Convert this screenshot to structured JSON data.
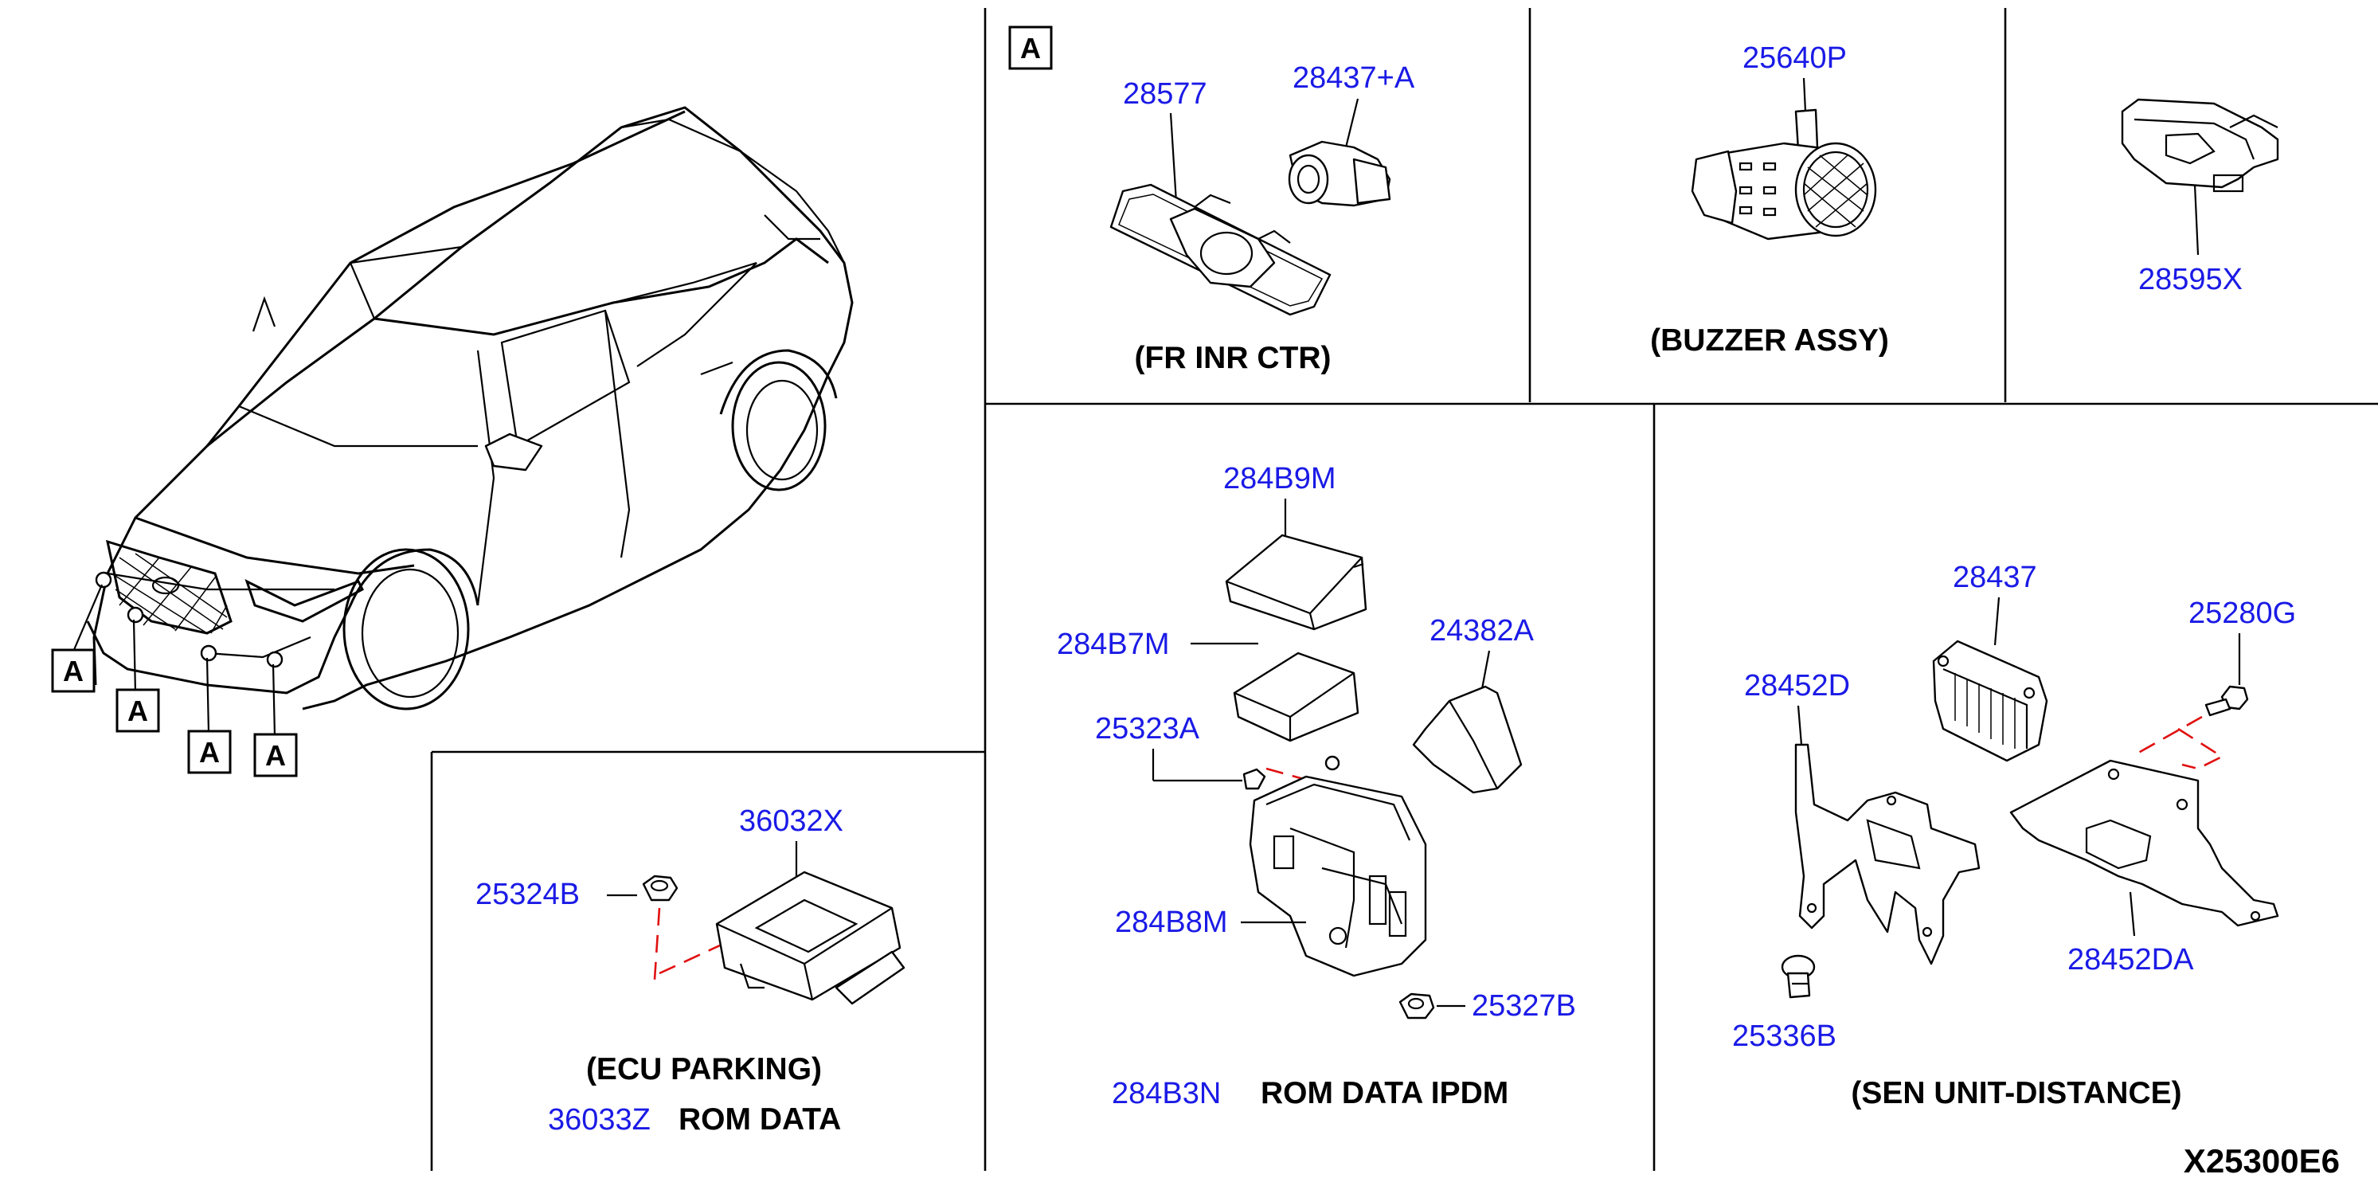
{
  "diagram_code": "X25300E6",
  "marker_letter": "A",
  "sections": {
    "vehicle": {
      "markers": [
        "A",
        "A",
        "A",
        "A"
      ]
    },
    "fr_inr_ctr": {
      "caption": "(FR INR CTR)",
      "parts": [
        "28577",
        "28437+A"
      ],
      "marker": "A"
    },
    "buzzer": {
      "caption": "(BUZZER ASSY)",
      "parts": [
        "25640P"
      ]
    },
    "bracket": {
      "parts": [
        "28595X"
      ]
    },
    "ecu_parking": {
      "caption": "(ECU PARKING)",
      "parts": [
        "36032X",
        "25324B"
      ],
      "rom_part": "36033Z",
      "rom_label": "ROM DATA"
    },
    "ipdm": {
      "parts": [
        "284B9M",
        "284B7M",
        "24382A",
        "25323A",
        "284B8M",
        "25327B"
      ],
      "rom_part": "284B3N",
      "rom_label": "ROM DATA IPDM"
    },
    "sen_unit": {
      "caption": "(SEN UNIT-DISTANCE)",
      "parts": [
        "28437",
        "25280G",
        "28452D",
        "28452DA",
        "25336B"
      ]
    }
  },
  "colors": {
    "part_number": "#1a1ae6",
    "leader_dashed": "#e01010",
    "line": "#000000"
  }
}
